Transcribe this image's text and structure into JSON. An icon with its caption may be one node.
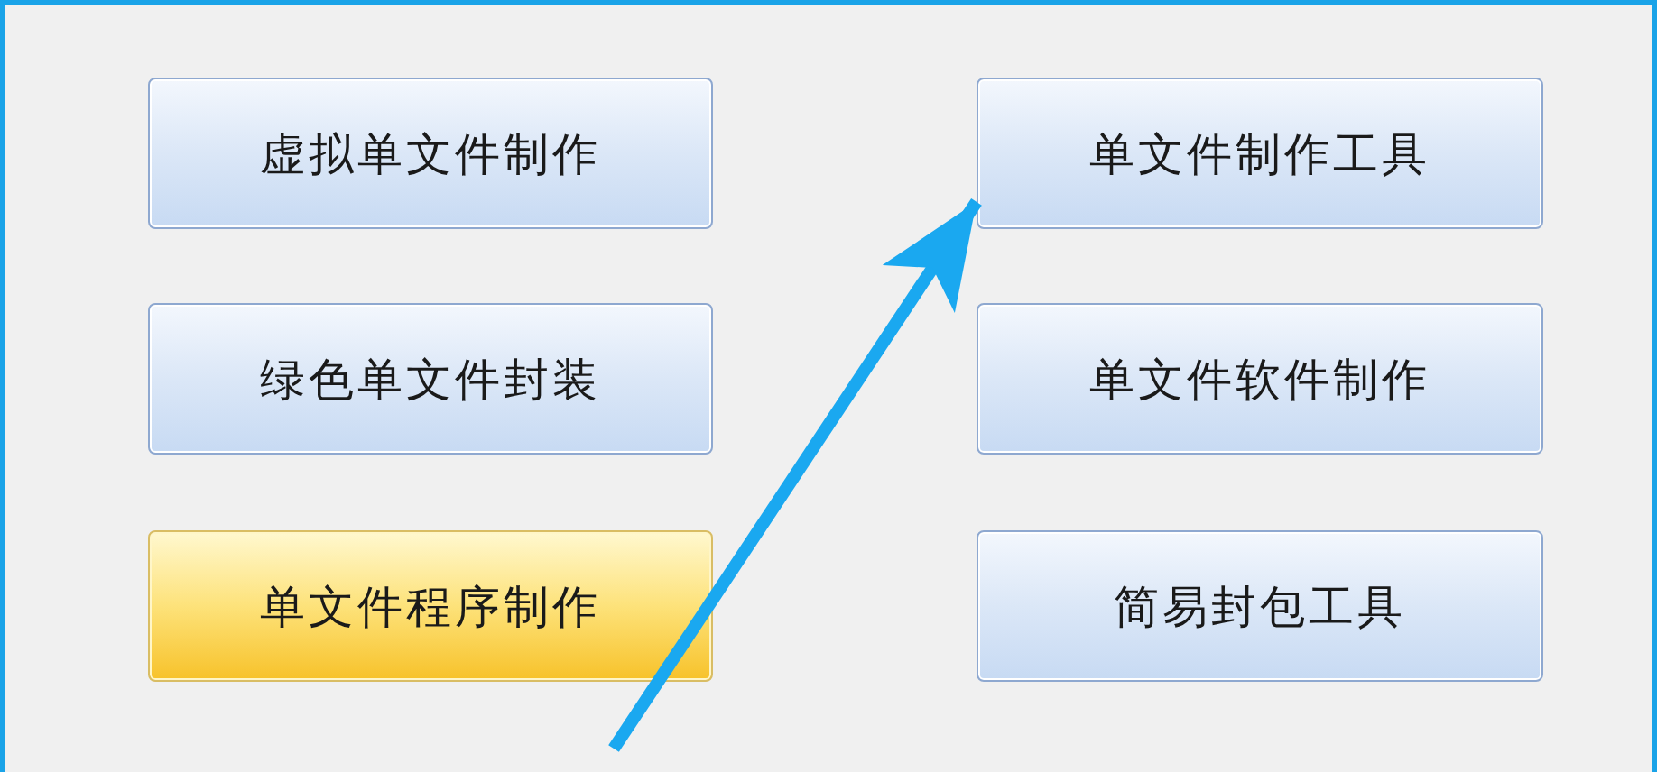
{
  "diagram": {
    "nodes": [
      {
        "text": [
          "虚拟单文件制作"
        ]
      },
      {
        "text": [
          "单文件制作工具"
        ]
      },
      {
        "text": [
          "绿色单文件封装"
        ]
      },
      {
        "text": [
          "单文件软件制作"
        ]
      },
      {
        "text": [
          "单文件程序制作"
        ]
      },
      {
        "text": [
          "简易封包工具"
        ]
      }
    ],
    "edges": [
      {
        "from": null,
        "to": 1,
        "arrow": "to",
        "color": "#1aa8f0"
      }
    ]
  }
}
